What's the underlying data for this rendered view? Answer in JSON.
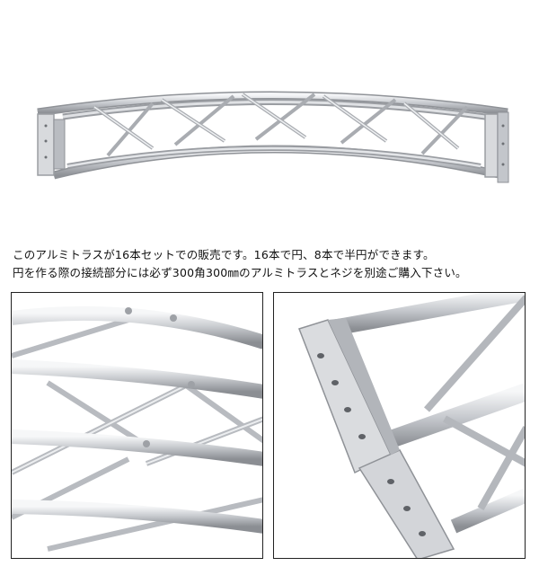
{
  "product": {
    "description_line1": "このアルミトラスが16本セットでの販売です。16本で円、8本で半円ができます。",
    "description_line2": "円を作る際の接続部分には必ず300角300㎜のアルミトラスとネジを別途ご購入下さい。"
  },
  "images": {
    "main": "curved-aluminum-truss-photo",
    "detail_left": "truss-lattice-closeup-photo",
    "detail_right": "truss-end-plate-closeup-photo"
  },
  "colors": {
    "tube": "#c9ccd0",
    "tube_highlight": "#f2f3f5",
    "tube_shadow": "#8e9196",
    "plate": "#d8dadd",
    "border": "#222222",
    "text": "#111111"
  }
}
